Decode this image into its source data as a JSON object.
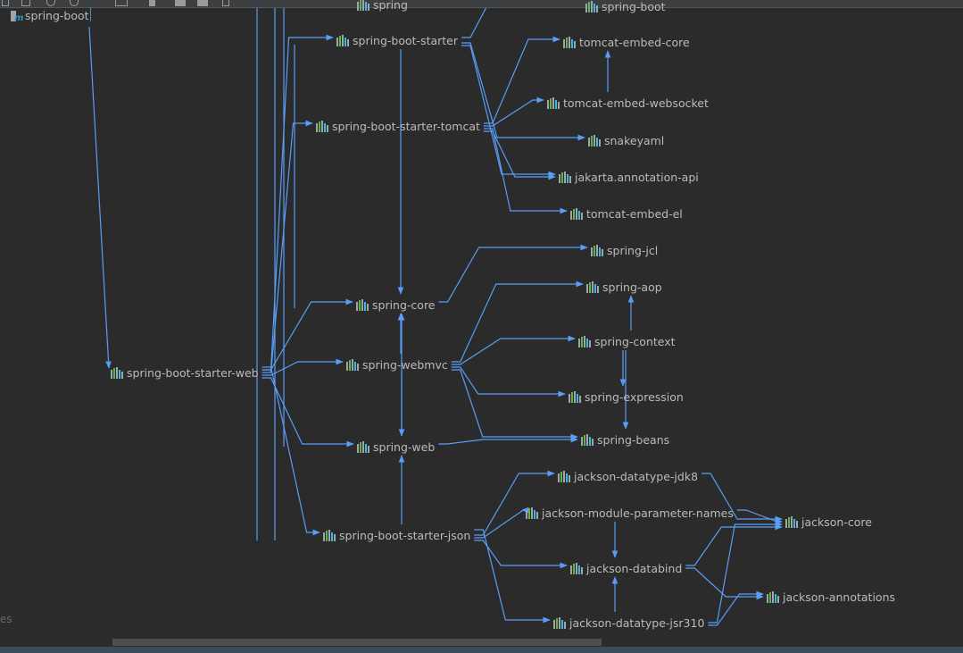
{
  "toolbar": {
    "icons": [
      "layout-icon",
      "fit-icon",
      "zoom-in-icon",
      "zoom-out-icon",
      "export-icon",
      "pin-icon",
      "grid-icon",
      "actual-size-icon",
      "save-icon"
    ]
  },
  "root": {
    "label": "spring-boot",
    "icon": "maven-module-icon"
  },
  "side_label": "es",
  "colors": {
    "background": "#2b2b2b",
    "edge": "#589df6",
    "text": "#bbbbbb",
    "bar_green": "#62b543",
    "bar_blue": "#40b6e0",
    "bar_gray": "#9aa7b0"
  },
  "nodes": [
    {
      "id": "spring",
      "label": "spring"
    },
    {
      "id": "spring-boot-starter",
      "label": "spring-boot-starter"
    },
    {
      "id": "spring-boot",
      "label": "spring-boot"
    },
    {
      "id": "tomcat-embed-core",
      "label": "tomcat-embed-core"
    },
    {
      "id": "spring-boot-starter-tomcat",
      "label": "spring-boot-starter-tomcat"
    },
    {
      "id": "tomcat-embed-websocket",
      "label": "tomcat-embed-websocket"
    },
    {
      "id": "snakeyaml",
      "label": "snakeyaml"
    },
    {
      "id": "jakarta-annotation-api",
      "label": "jakarta.annotation-api"
    },
    {
      "id": "tomcat-embed-el",
      "label": "tomcat-embed-el"
    },
    {
      "id": "spring-jcl",
      "label": "spring-jcl"
    },
    {
      "id": "spring-aop",
      "label": "spring-aop"
    },
    {
      "id": "spring-core",
      "label": "spring-core"
    },
    {
      "id": "spring-context",
      "label": "spring-context"
    },
    {
      "id": "spring-boot-starter-web",
      "label": "spring-boot-starter-web"
    },
    {
      "id": "spring-webmvc",
      "label": "spring-webmvc"
    },
    {
      "id": "spring-expression",
      "label": "spring-expression"
    },
    {
      "id": "spring-beans",
      "label": "spring-beans"
    },
    {
      "id": "spring-web",
      "label": "spring-web"
    },
    {
      "id": "jackson-datatype-jdk8",
      "label": "jackson-datatype-jdk8"
    },
    {
      "id": "jackson-module-parameter-names",
      "label": "jackson-module-parameter-names"
    },
    {
      "id": "jackson-core",
      "label": "jackson-core"
    },
    {
      "id": "spring-boot-starter-json",
      "label": "spring-boot-starter-json"
    },
    {
      "id": "jackson-databind",
      "label": "jackson-databind"
    },
    {
      "id": "jackson-annotations",
      "label": "jackson-annotations"
    },
    {
      "id": "jackson-datatype-jsr310",
      "label": "jackson-datatype-jsr310"
    }
  ],
  "edges": [
    [
      "spring-boot-starter-web",
      "spring-boot-starter"
    ],
    [
      "spring-boot-starter-web",
      "spring-boot-starter-tomcat"
    ],
    [
      "spring-boot-starter-web",
      "spring-webmvc"
    ],
    [
      "spring-boot-starter-web",
      "spring-web"
    ],
    [
      "spring-boot-starter-web",
      "spring-boot-starter-json"
    ],
    [
      "spring-boot-starter-web",
      "spring-core"
    ],
    [
      "spring-boot-starter",
      "spring-boot"
    ],
    [
      "spring-boot-starter",
      "spring-core"
    ],
    [
      "spring-boot-starter",
      "snakeyaml"
    ],
    [
      "spring-boot-starter",
      "jakarta-annotation-api"
    ],
    [
      "spring-boot-starter-tomcat",
      "tomcat-embed-core"
    ],
    [
      "spring-boot-starter-tomcat",
      "tomcat-embed-websocket"
    ],
    [
      "spring-boot-starter-tomcat",
      "tomcat-embed-el"
    ],
    [
      "spring-boot-starter-tomcat",
      "jakarta-annotation-api"
    ],
    [
      "tomcat-embed-websocket",
      "tomcat-embed-core"
    ],
    [
      "spring-core",
      "spring-jcl"
    ],
    [
      "spring-webmvc",
      "spring-aop"
    ],
    [
      "spring-webmvc",
      "spring-context"
    ],
    [
      "spring-webmvc",
      "spring-expression"
    ],
    [
      "spring-webmvc",
      "spring-beans"
    ],
    [
      "spring-webmvc",
      "spring-core"
    ],
    [
      "spring-webmvc",
      "spring-web"
    ],
    [
      "spring-web",
      "spring-beans"
    ],
    [
      "spring-web",
      "spring-core"
    ],
    [
      "spring-context",
      "spring-aop"
    ],
    [
      "spring-context",
      "spring-expression"
    ],
    [
      "spring-context",
      "spring-beans"
    ],
    [
      "spring-boot-starter-json",
      "spring-web"
    ],
    [
      "spring-boot-starter-json",
      "jackson-datatype-jdk8"
    ],
    [
      "spring-boot-starter-json",
      "jackson-module-parameter-names"
    ],
    [
      "spring-boot-starter-json",
      "jackson-databind"
    ],
    [
      "spring-boot-starter-json",
      "jackson-datatype-jsr310"
    ],
    [
      "jackson-datatype-jdk8",
      "jackson-core"
    ],
    [
      "jackson-module-parameter-names",
      "jackson-core"
    ],
    [
      "jackson-module-parameter-names",
      "jackson-databind"
    ],
    [
      "jackson-datatype-jsr310",
      "jackson-databind"
    ],
    [
      "jackson-datatype-jsr310",
      "jackson-core"
    ],
    [
      "jackson-datatype-jsr310",
      "jackson-annotations"
    ],
    [
      "jackson-databind",
      "jackson-core"
    ],
    [
      "jackson-databind",
      "jackson-annotations"
    ]
  ]
}
